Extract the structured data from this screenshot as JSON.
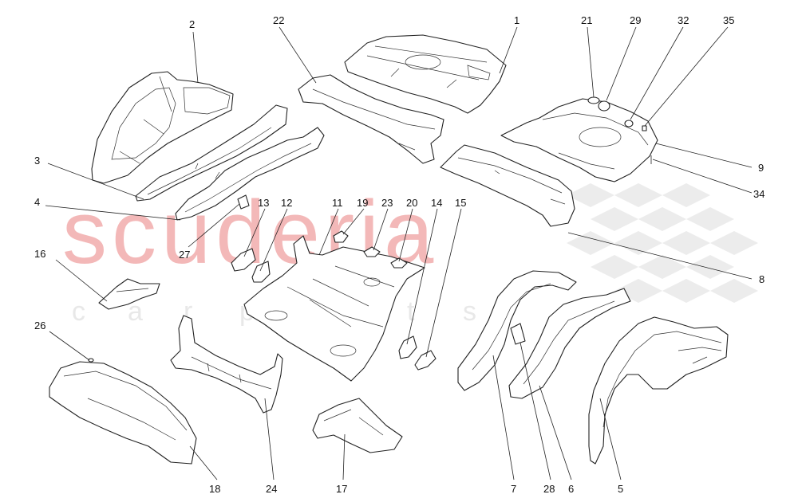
{
  "watermark": {
    "brand": "scuderia",
    "tagline": [
      "c",
      "a",
      "r",
      "p",
      "a",
      "r",
      "t",
      "s"
    ],
    "accent_color": "#f3b8b8"
  },
  "callouts": {
    "n1": "1",
    "n2": "2",
    "n3": "3",
    "n4": "4",
    "n5": "5",
    "n6": "6",
    "n7": "7",
    "n8": "8",
    "n9": "9",
    "n11": "11",
    "n12": "12",
    "n13": "13",
    "n14": "14",
    "n15": "15",
    "n16": "16",
    "n17": "17",
    "n18": "18",
    "n19": "19",
    "n20": "20",
    "n21": "21",
    "n22": "22",
    "n23": "23",
    "n24": "24",
    "n26": "26",
    "n27": "27",
    "n28": "28",
    "n29": "29",
    "n32": "32",
    "n34": "34",
    "n35": "35"
  }
}
